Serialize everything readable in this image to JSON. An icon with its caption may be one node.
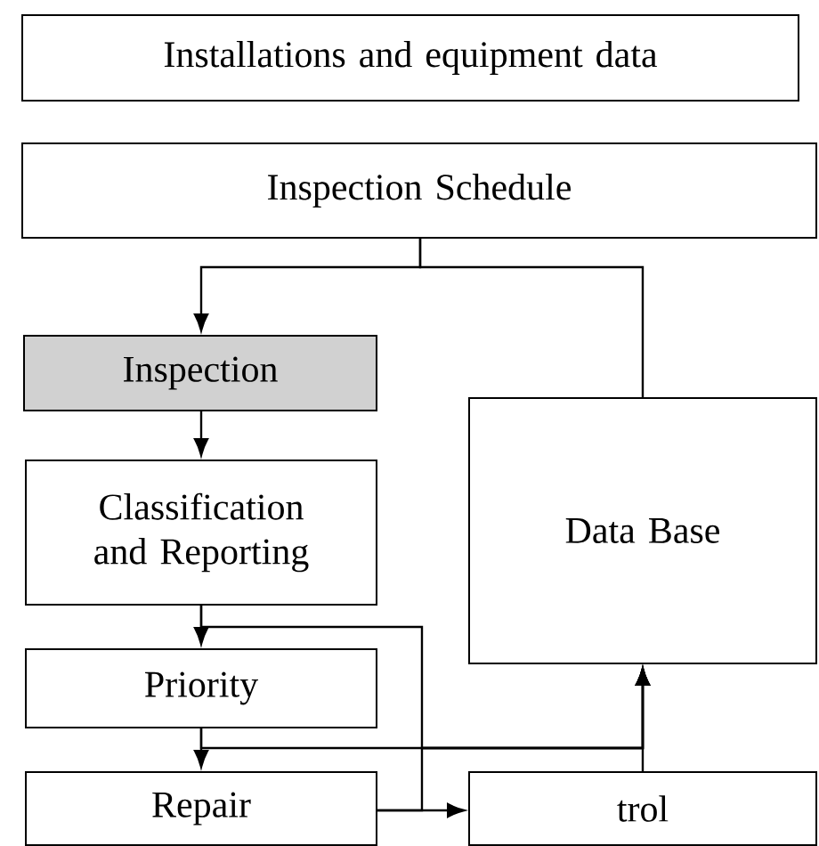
{
  "diagram": {
    "nodes": [
      {
        "text": [
          "Installations and equipment data"
        ]
      },
      {
        "text": [
          "Inspection Schedule"
        ]
      },
      {
        "text": [
          "Inspection"
        ]
      },
      {
        "text": [
          "Classification and Reporting"
        ]
      },
      {
        "text": [
          "Priority"
        ]
      },
      {
        "text": [
          "Repair"
        ]
      },
      {
        "text": [
          "Data Base"
        ]
      },
      {
        "text": [
          "trol"
        ]
      }
    ],
    "edges": [
      {
        "from": 1,
        "to": 2,
        "arrow": "to"
      },
      {
        "from": 1,
        "to": 6,
        "arrow": "none"
      },
      {
        "from": 2,
        "to": 3,
        "arrow": "to"
      },
      {
        "from": 3,
        "to": 4,
        "arrow": "to"
      },
      {
        "from": 3,
        "to": 6,
        "arrow": "to"
      },
      {
        "from": 4,
        "to": 5,
        "arrow": "to"
      },
      {
        "from": 4,
        "to": 6,
        "arrow": "to"
      },
      {
        "from": 5,
        "to": 7,
        "arrow": "to"
      },
      {
        "from": 5,
        "to": 6,
        "arrow": "to"
      },
      {
        "from": 7,
        "to": 6,
        "arrow": "to"
      }
    ]
  }
}
